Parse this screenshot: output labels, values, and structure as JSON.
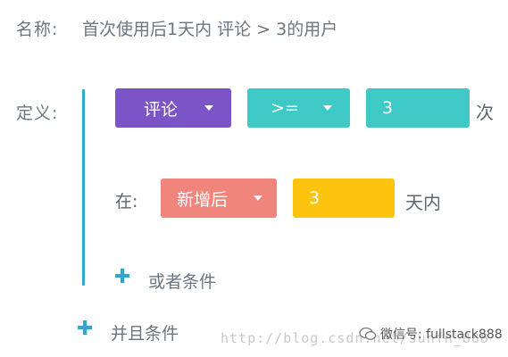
{
  "header": {
    "name_label": "名称:",
    "name_value": "首次使用后1天内  评论 > 3的用户"
  },
  "definition": {
    "label": "定义:",
    "event_select": {
      "value": "评论"
    },
    "operator_select": {
      "value": ">="
    },
    "count_input": {
      "value": "3"
    },
    "count_unit": "次",
    "time_label": "在:",
    "time_select": {
      "value": "新增后"
    },
    "days_input": {
      "value": "3"
    },
    "days_unit": "天内",
    "or_condition_label": "或者条件"
  },
  "and_condition_label": "并且条件",
  "watermark": {
    "blog_url": "http://blog.csdn.net/sunfn_888",
    "wechat": "微信号: fullstack888"
  },
  "colors": {
    "event_select_bg": "#7b55c7",
    "operator_bg": "#3ec8c6",
    "time_select_bg": "#ef857b",
    "days_input_bg": "#fcc40f",
    "accent": "#2fa6cc"
  }
}
